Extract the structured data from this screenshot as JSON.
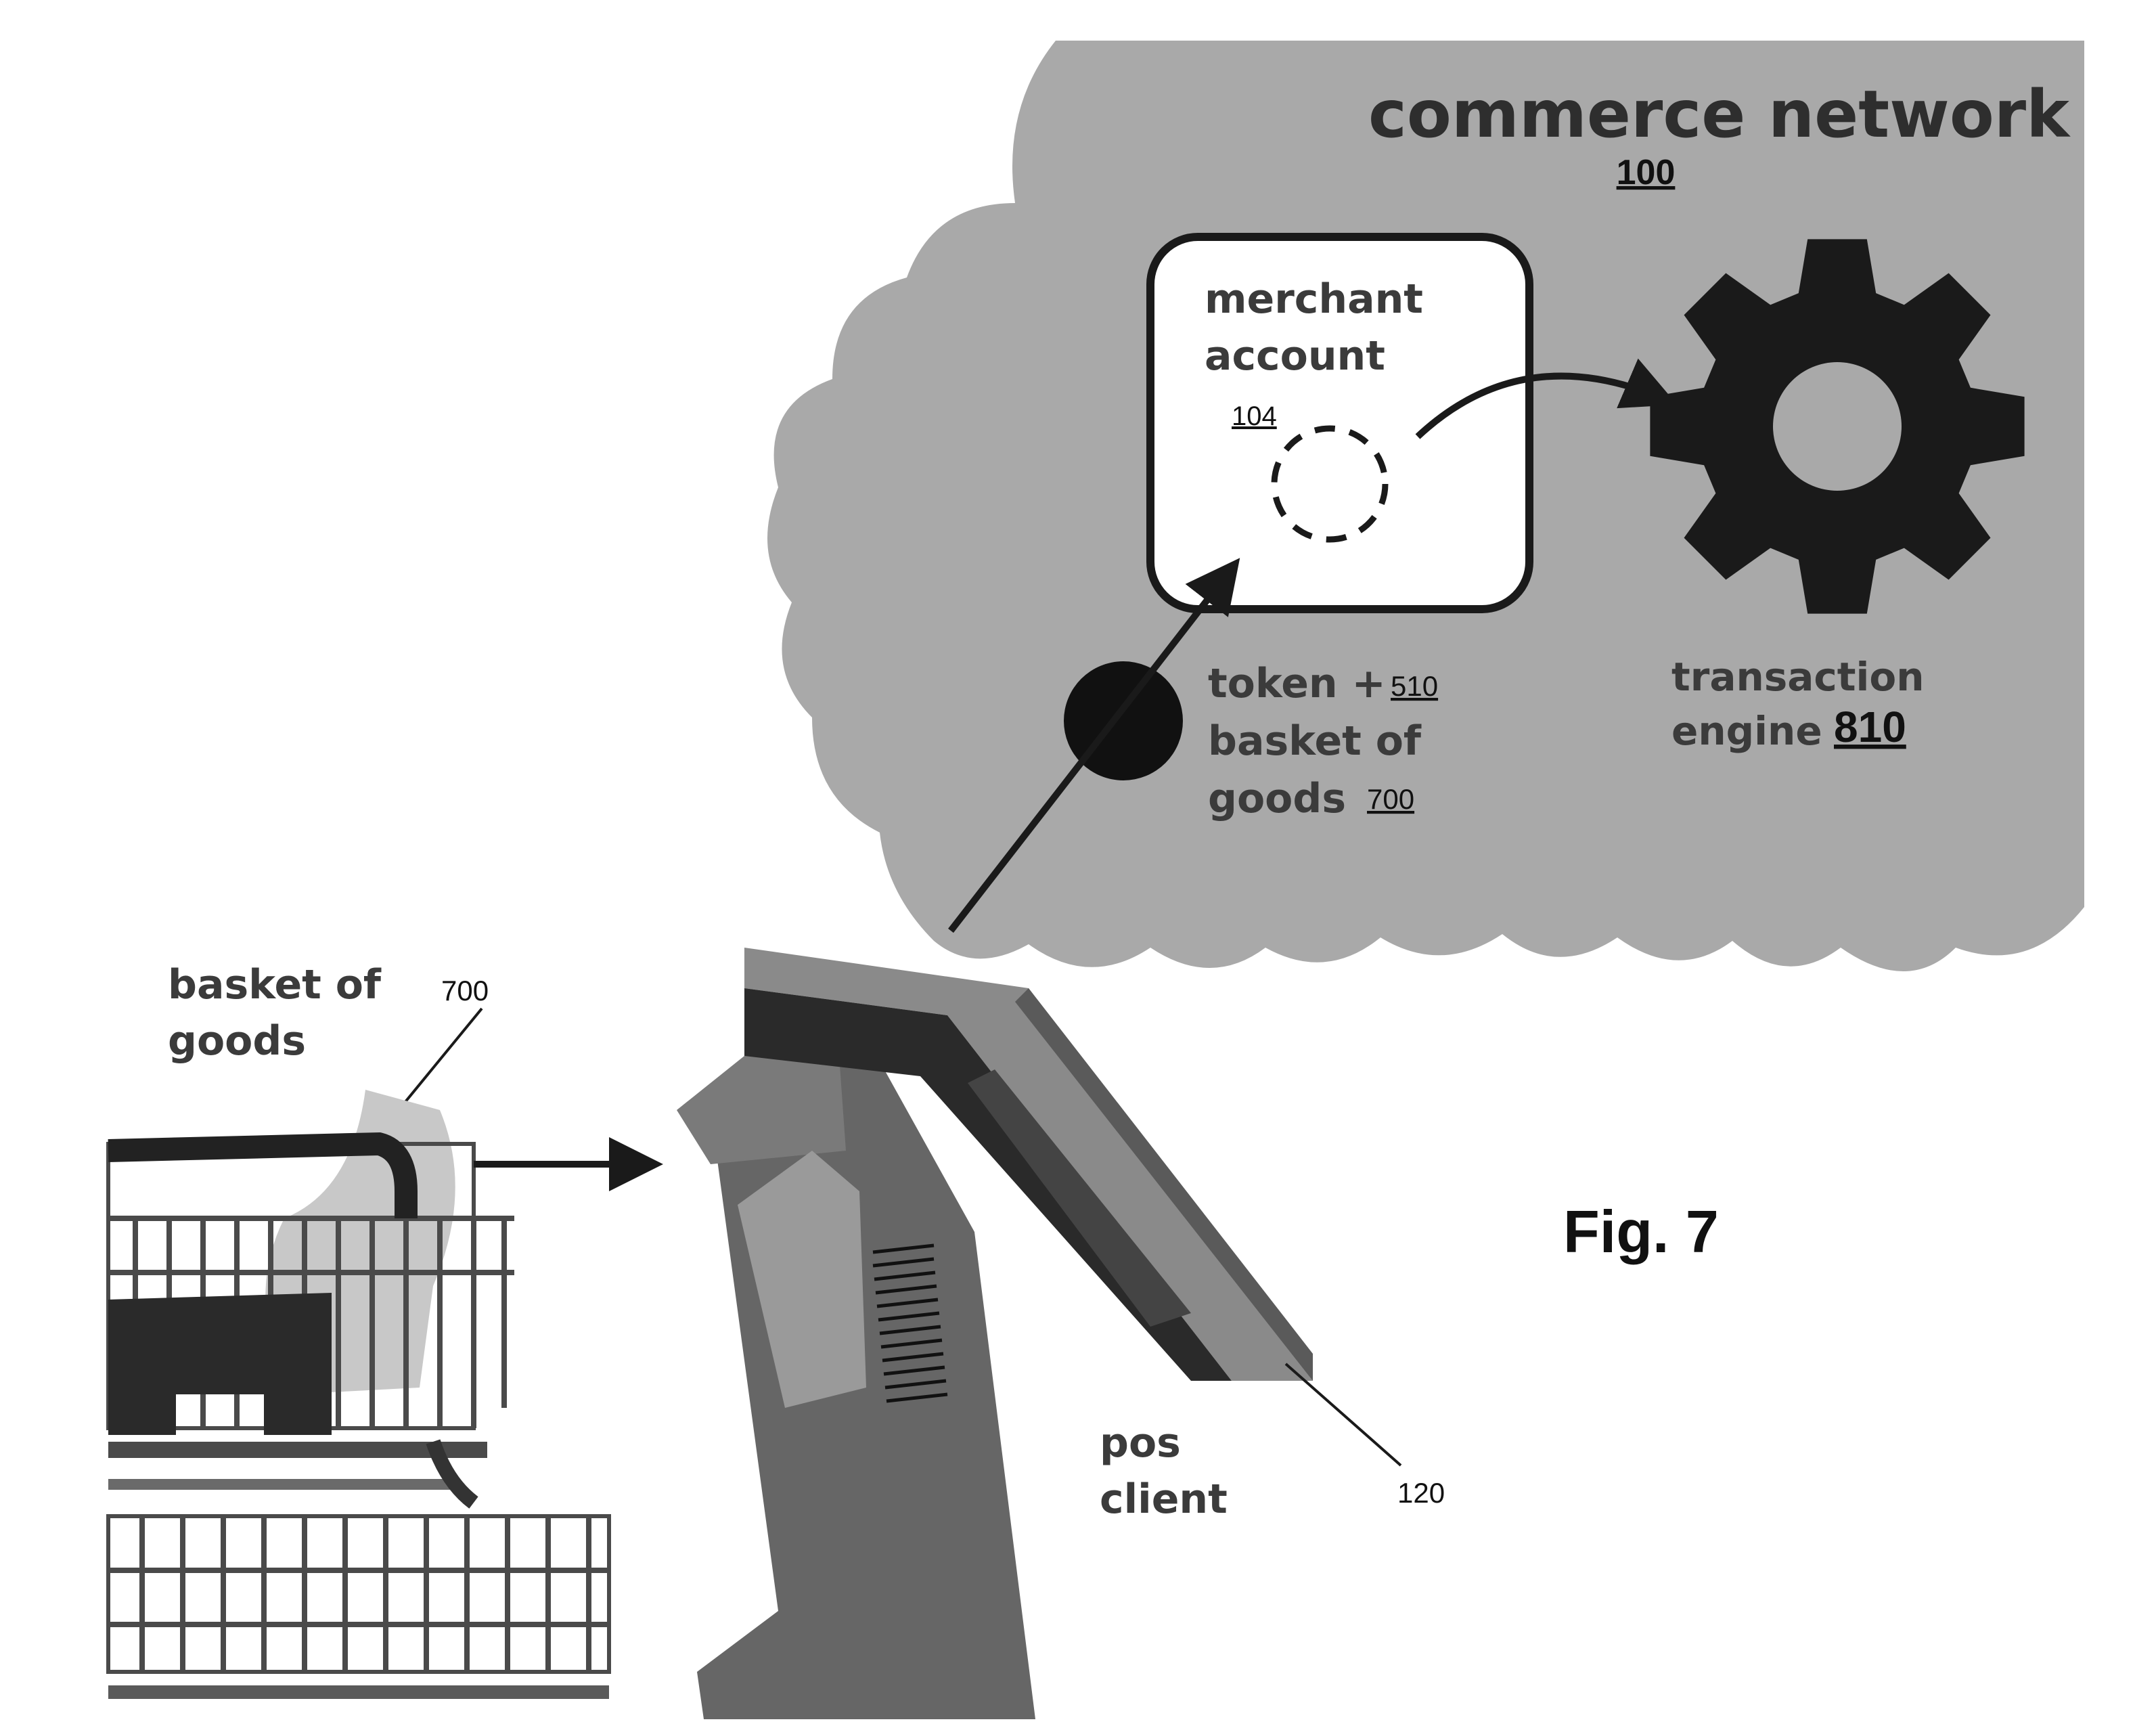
{
  "figure_label": "Fig. 7",
  "cloud": {
    "title": "commerce network",
    "ref": "100"
  },
  "merchant_account": {
    "line1": "merchant",
    "line2": "account",
    "ref": "104"
  },
  "token": {
    "line1": "token +",
    "ref1": "510",
    "line2": "basket of",
    "line3": "goods",
    "ref2": "700"
  },
  "transaction_engine": {
    "line1": "transaction",
    "line2": "engine",
    "ref": "810"
  },
  "basket": {
    "line1": "basket of",
    "line2": "goods",
    "ref": "700"
  },
  "pos": {
    "line1": "pos",
    "line2": "client",
    "ref": "120"
  },
  "colors": {
    "cloud_fill": "#a9a9a9",
    "dark": "#1a1a1a",
    "white": "#ffffff"
  }
}
